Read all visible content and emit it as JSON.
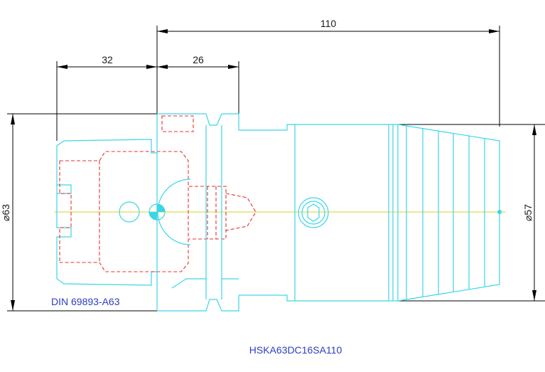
{
  "dimensions": {
    "overall_length": "110",
    "taper_length": "32",
    "flange_length": "26",
    "flange_diameter": "⌀63",
    "body_diameter": "⌀57"
  },
  "labels": {
    "standard": "DIN 69893-A63",
    "part_number": "HSKA63DC16SA110"
  },
  "colors": {
    "outline": "#3ad6e8",
    "hidden_lines": "#e8312a",
    "centerline": "#d6d62a",
    "dimension": "#000000",
    "label_text": "#2b3ec2"
  }
}
